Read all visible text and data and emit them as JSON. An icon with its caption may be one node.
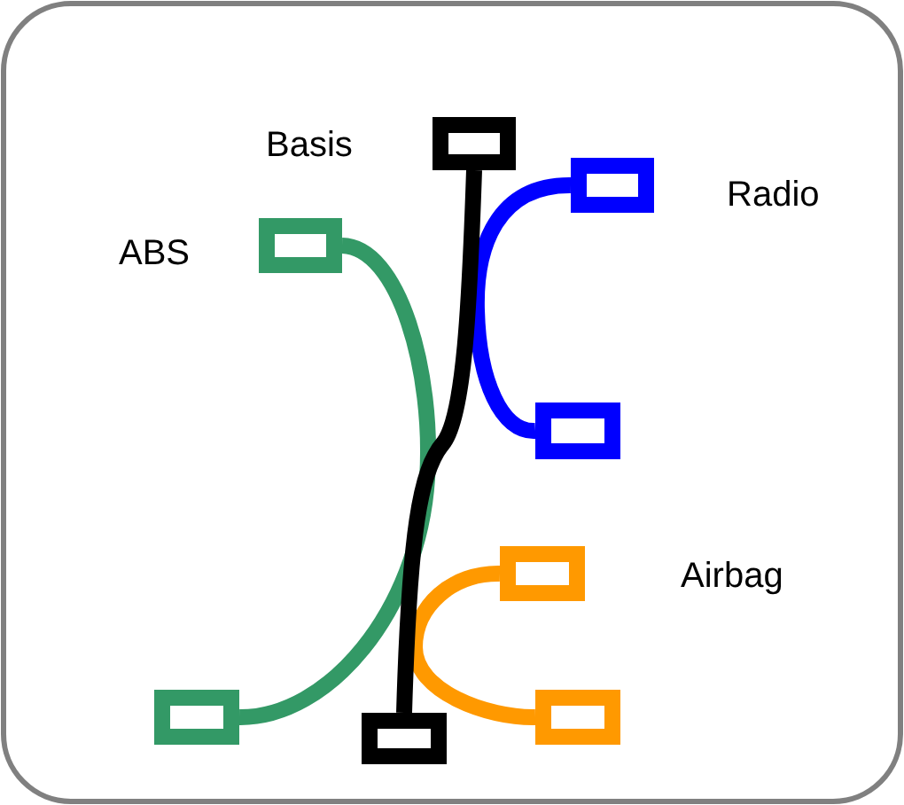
{
  "diagram": {
    "nodes": [
      {
        "text": [],
        "shape": "box"
      },
      {
        "text": [],
        "shape": "box"
      },
      {
        "text": [],
        "shape": "box"
      },
      {
        "text": [],
        "shape": "box"
      },
      {
        "text": [],
        "shape": "box"
      },
      {
        "text": [],
        "shape": "box"
      },
      {
        "text": [],
        "shape": "box"
      },
      {
        "text": [],
        "shape": "box"
      }
    ],
    "edges": [
      {
        "from": 2,
        "to": 5,
        "arrow": "none",
        "color": "#339966"
      },
      {
        "from": 1,
        "to": 3,
        "arrow": "none",
        "color": "#0000ff"
      },
      {
        "from": 4,
        "to": 6,
        "arrow": "none",
        "color": "#ff9900"
      },
      {
        "from": 0,
        "to": 7,
        "arrow": "none",
        "color": "#000000"
      }
    ],
    "labels": [
      "Basis",
      "ABS",
      "Radio",
      "Airbag"
    ]
  }
}
